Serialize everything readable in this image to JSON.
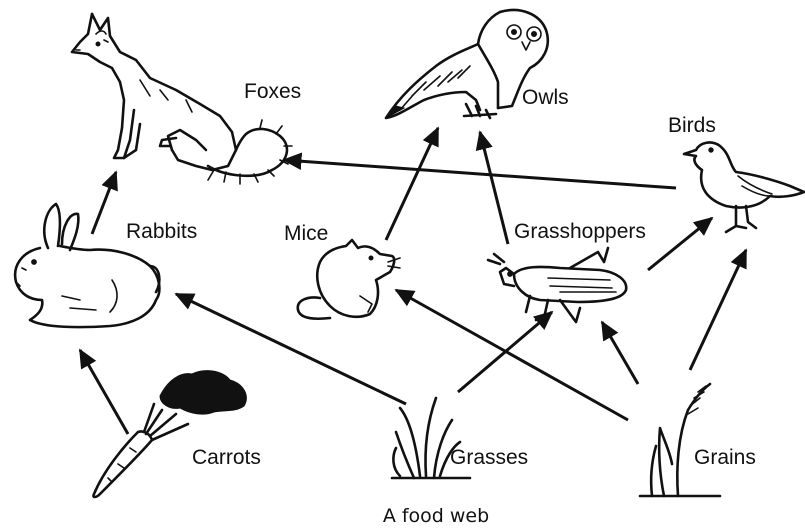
{
  "organisms": {
    "foxes": "Foxes",
    "owls": "Owls",
    "birds": "Birds",
    "rabbits": "Rabbits",
    "mice": "Mice",
    "grasshoppers": "Grasshoppers",
    "carrots": "Carrots",
    "grasses": "Grasses",
    "grains": "Grains"
  },
  "caption": "A food web",
  "links": [
    {
      "from": "carrots",
      "to": "rabbits"
    },
    {
      "from": "rabbits",
      "to": "foxes"
    },
    {
      "from": "grasses",
      "to": "rabbits"
    },
    {
      "from": "grasses",
      "to": "grasshoppers"
    },
    {
      "from": "grains",
      "to": "mice"
    },
    {
      "from": "grains",
      "to": "grasshoppers"
    },
    {
      "from": "grains",
      "to": "birds"
    },
    {
      "from": "mice",
      "to": "owls"
    },
    {
      "from": "grasshoppers",
      "to": "owls"
    },
    {
      "from": "grasshoppers",
      "to": "birds"
    },
    {
      "from": "birds",
      "to": "foxes"
    }
  ]
}
